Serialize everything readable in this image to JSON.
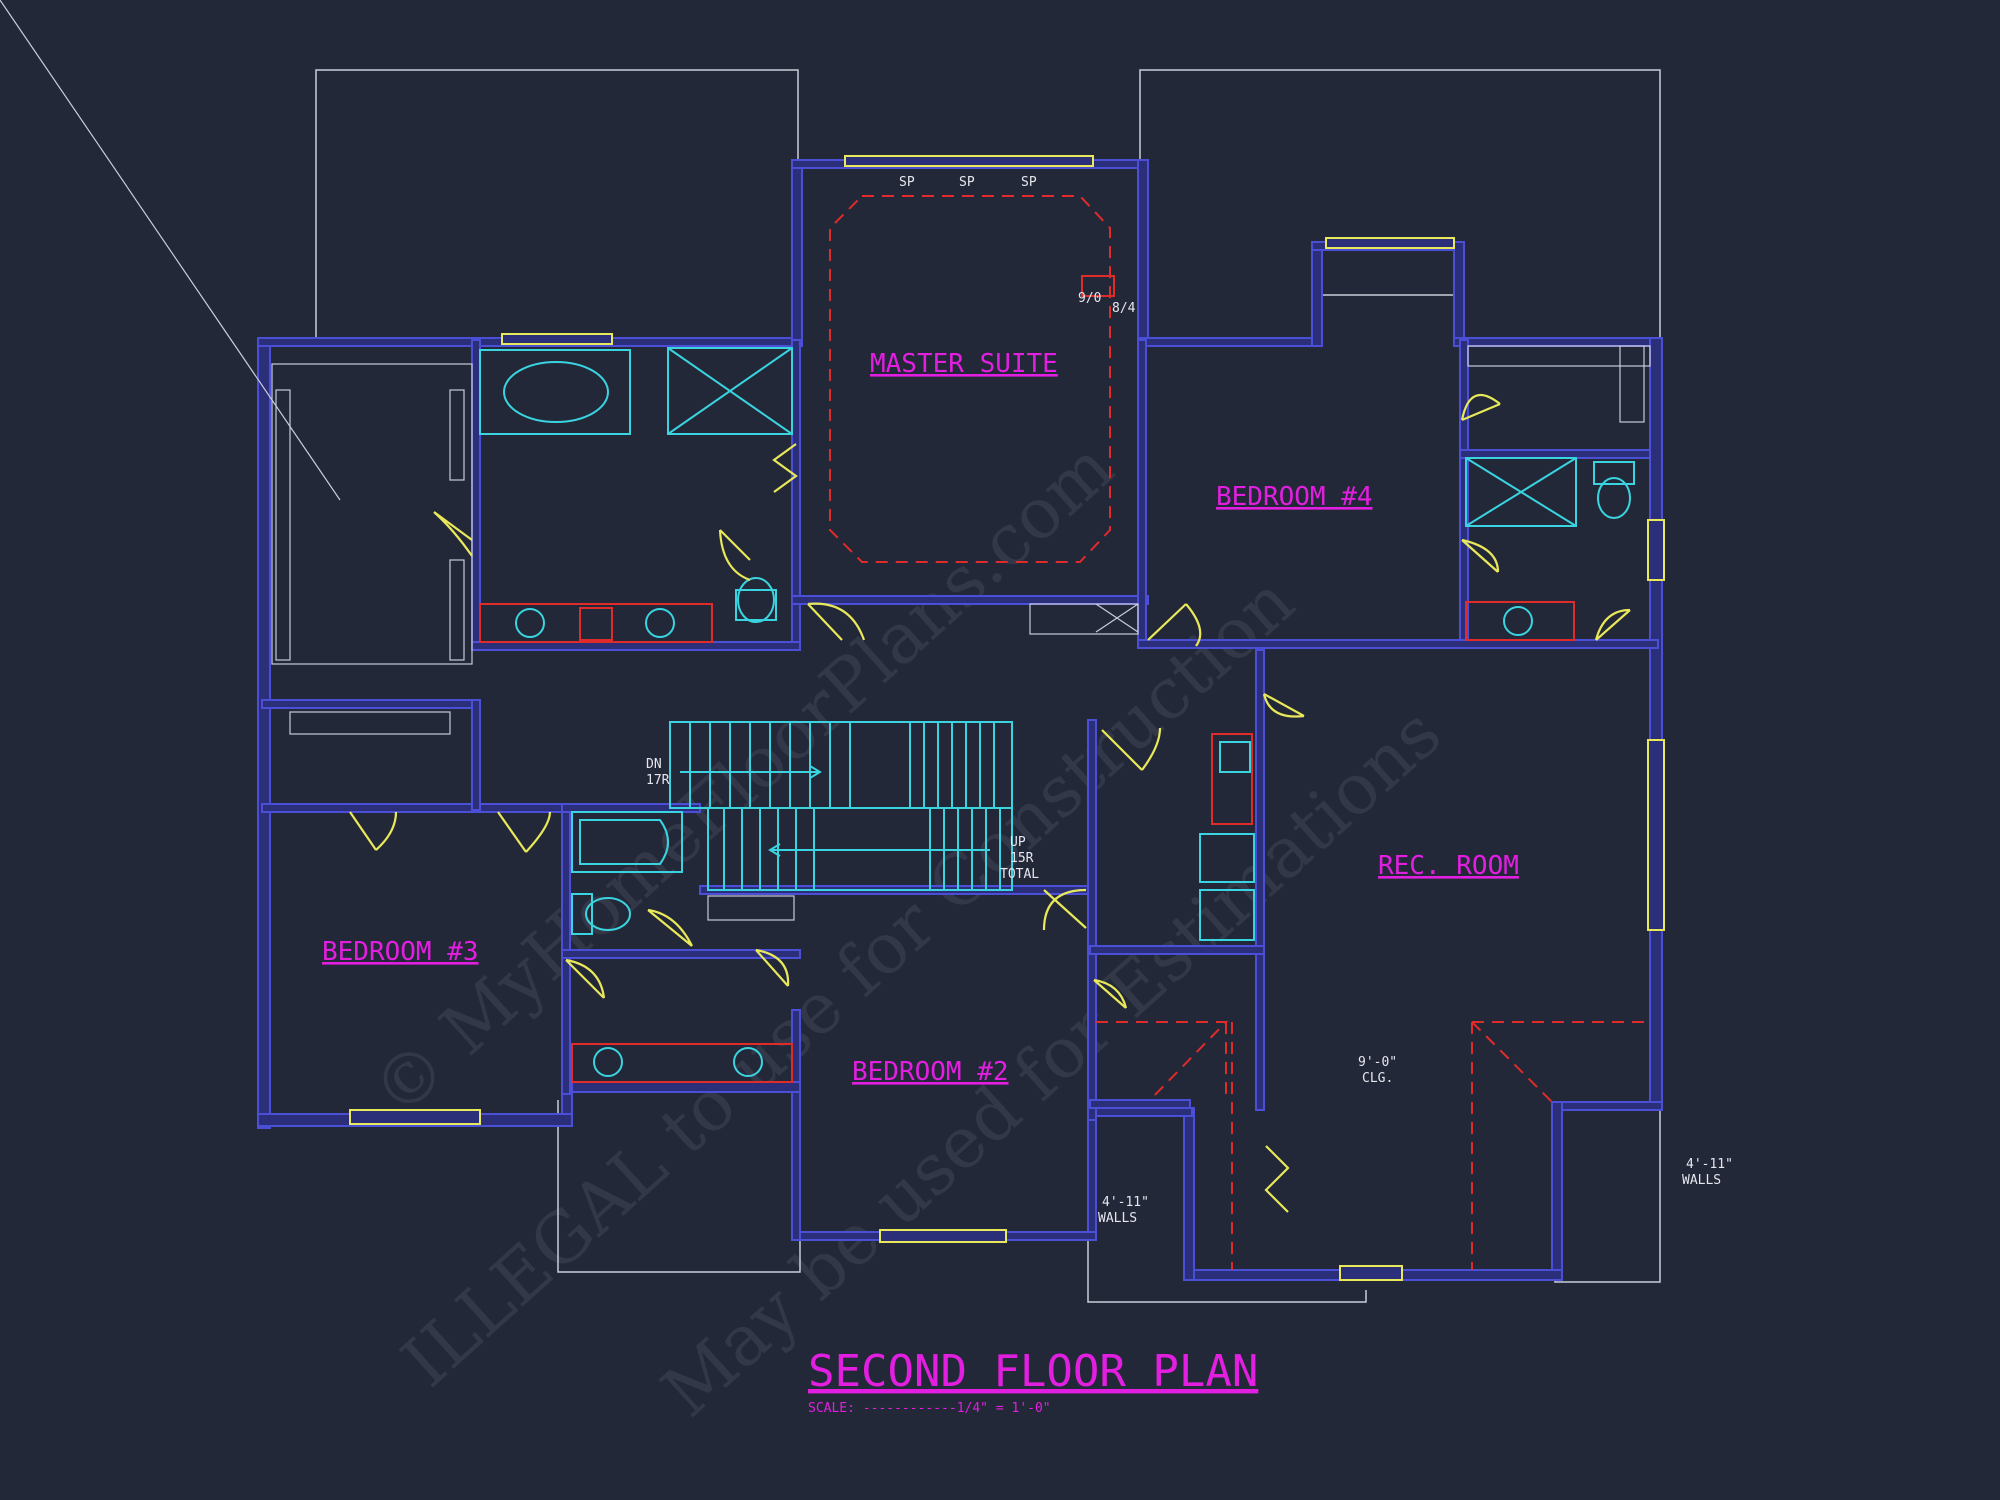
{
  "plan": {
    "title": "SECOND FLOOR PLAN",
    "scale": "SCALE: ------------1/4\" = 1'-0\"",
    "rooms": {
      "master": "MASTER SUITE",
      "bed4": "BEDROOM #4",
      "bed3": "BEDROOM #3",
      "bed2": "BEDROOM #2",
      "rec": "REC. ROOM"
    },
    "notes": {
      "sp1": "SP",
      "sp2": "SP",
      "sp3": "SP",
      "beam_a": "9/0",
      "beam_b": "8/4",
      "dn_1": "DN",
      "dn_2": "17R",
      "up_1": "UP",
      "up_2": "15R",
      "up_3": "TOTAL",
      "clg_1": "9'-0\"",
      "clg_2": "CLG.",
      "walls_left_1": "4'-11\"",
      "walls_left_2": "WALLS",
      "walls_right_1": "4'-11\"",
      "walls_right_2": "WALLS"
    },
    "watermark": {
      "line1": "© MyHomeFloorPlans.com",
      "line2": "ILLEGAL to use for Construction",
      "line3": "May be used for Estimations"
    },
    "colors": {
      "background": "#232838",
      "wall": "#4a4fd6",
      "label": "#e21fe0",
      "door": "#e8e85a",
      "fixture": "#3ad4e0",
      "cabinet": "#e02b2b"
    }
  }
}
